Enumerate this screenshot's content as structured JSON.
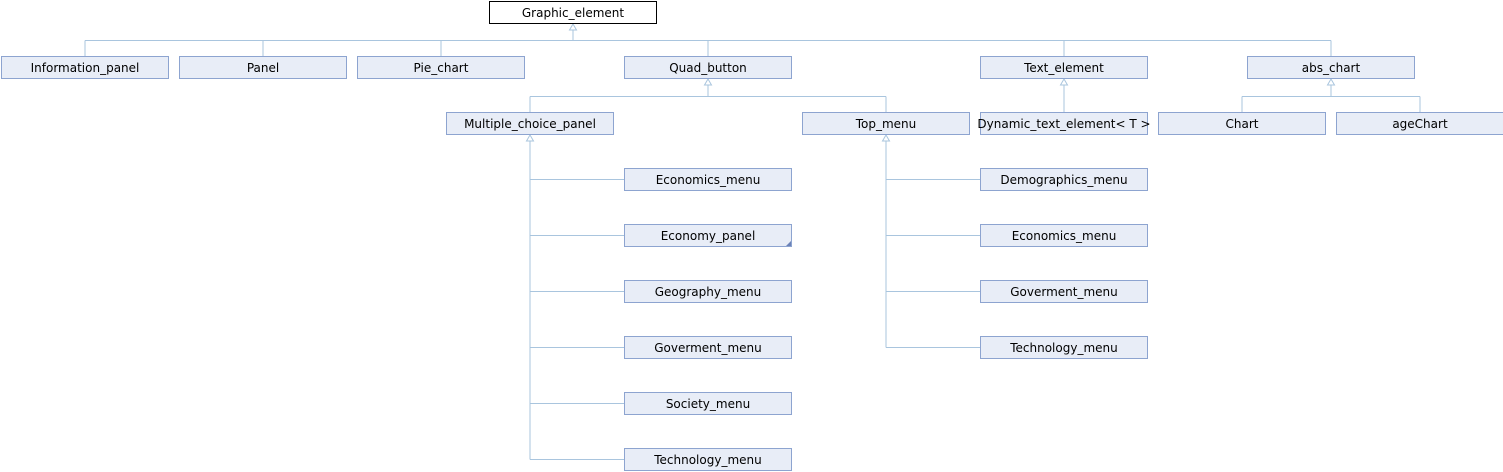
{
  "diagram": {
    "type": "class-inheritance",
    "root": "Graphic_element",
    "nodes": [
      {
        "id": "graphic_element",
        "label": "Graphic_element",
        "interactable": true
      },
      {
        "id": "information_panel",
        "label": "Information_panel",
        "interactable": true
      },
      {
        "id": "panel",
        "label": "Panel",
        "interactable": true
      },
      {
        "id": "pie_chart",
        "label": "Pie_chart",
        "interactable": true
      },
      {
        "id": "quad_button",
        "label": "Quad_button",
        "interactable": true
      },
      {
        "id": "text_element",
        "label": "Text_element",
        "interactable": true
      },
      {
        "id": "abs_chart",
        "label": "abs_chart",
        "interactable": true
      },
      {
        "id": "multiple_choice_panel",
        "label": "Multiple_choice_panel",
        "interactable": true
      },
      {
        "id": "top_menu",
        "label": "Top_menu",
        "interactable": true
      },
      {
        "id": "dynamic_text_element",
        "label": "Dynamic_text_element< T >",
        "interactable": true
      },
      {
        "id": "chart",
        "label": "Chart",
        "interactable": true
      },
      {
        "id": "agechart",
        "label": "ageChart",
        "interactable": true
      },
      {
        "id": "mcp_economics_menu",
        "label": "Economics_menu",
        "interactable": true
      },
      {
        "id": "mcp_economy_panel",
        "label": "Economy_panel",
        "interactable": true,
        "has_more": true
      },
      {
        "id": "mcp_geography_menu",
        "label": "Geography_menu",
        "interactable": true
      },
      {
        "id": "mcp_goverment_menu",
        "label": "Goverment_menu",
        "interactable": true
      },
      {
        "id": "mcp_society_menu",
        "label": "Society_menu",
        "interactable": true
      },
      {
        "id": "mcp_technology_menu",
        "label": "Technology_menu",
        "interactable": true
      },
      {
        "id": "tm_demographics_menu",
        "label": "Demographics_menu",
        "interactable": true
      },
      {
        "id": "tm_economics_menu",
        "label": "Economics_menu",
        "interactable": true
      },
      {
        "id": "tm_goverment_menu",
        "label": "Goverment_menu",
        "interactable": true
      },
      {
        "id": "tm_technology_menu",
        "label": "Technology_menu",
        "interactable": true
      }
    ],
    "edges": [
      {
        "child": "information_panel",
        "parent": "graphic_element"
      },
      {
        "child": "panel",
        "parent": "graphic_element"
      },
      {
        "child": "pie_chart",
        "parent": "graphic_element"
      },
      {
        "child": "quad_button",
        "parent": "graphic_element"
      },
      {
        "child": "text_element",
        "parent": "graphic_element"
      },
      {
        "child": "abs_chart",
        "parent": "graphic_element"
      },
      {
        "child": "multiple_choice_panel",
        "parent": "quad_button"
      },
      {
        "child": "top_menu",
        "parent": "quad_button"
      },
      {
        "child": "dynamic_text_element",
        "parent": "text_element"
      },
      {
        "child": "chart",
        "parent": "abs_chart"
      },
      {
        "child": "agechart",
        "parent": "abs_chart"
      },
      {
        "child": "mcp_economics_menu",
        "parent": "multiple_choice_panel"
      },
      {
        "child": "mcp_economy_panel",
        "parent": "multiple_choice_panel"
      },
      {
        "child": "mcp_geography_menu",
        "parent": "multiple_choice_panel"
      },
      {
        "child": "mcp_goverment_menu",
        "parent": "multiple_choice_panel"
      },
      {
        "child": "mcp_society_menu",
        "parent": "multiple_choice_panel"
      },
      {
        "child": "mcp_technology_menu",
        "parent": "multiple_choice_panel"
      },
      {
        "child": "tm_demographics_menu",
        "parent": "top_menu"
      },
      {
        "child": "tm_economics_menu",
        "parent": "top_menu"
      },
      {
        "child": "tm_goverment_menu",
        "parent": "top_menu"
      },
      {
        "child": "tm_technology_menu",
        "parent": "top_menu"
      }
    ],
    "colors": {
      "node_fill": "#e8edf7",
      "node_border": "#8da4d0",
      "root_fill": "#ffffff",
      "root_border": "#000000",
      "edge": "#a9c5de"
    }
  }
}
